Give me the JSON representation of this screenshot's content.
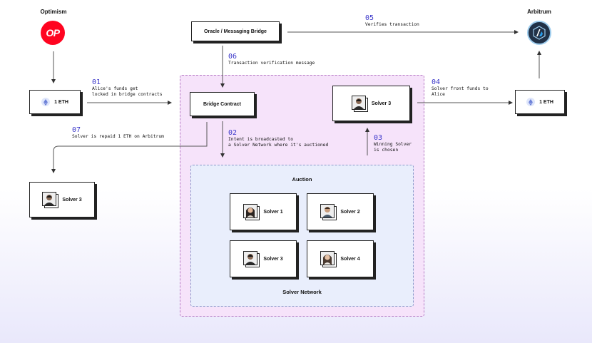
{
  "chains": {
    "source": {
      "name": "Optimism",
      "logo_text": "OP",
      "color": "#ff0420"
    },
    "destination": {
      "name": "Arbitrum",
      "color": "#213147"
    }
  },
  "nodes": {
    "oracle": "Oracle / Messaging Bridge",
    "bridge_contract": "Bridge Contract",
    "left_eth": "1 ETH",
    "right_eth": "1 ETH",
    "winning_solver": "Solver 3",
    "repaid_solver": "Solver 3"
  },
  "auction": {
    "title": "Auction",
    "network_label": "Solver Network",
    "solvers": [
      "Solver 1",
      "Solver 2",
      "Solver 3",
      "Solver 4"
    ]
  },
  "steps": [
    {
      "num": "01",
      "text": "Alice's funds get\nlocked in bridge contracts"
    },
    {
      "num": "02",
      "text": "Intent is broadcasted to\na Solver Network where it's auctioned"
    },
    {
      "num": "03",
      "text": "Winning Solver\nis chosen"
    },
    {
      "num": "04",
      "text": "Solver front funds to\nAlice"
    },
    {
      "num": "05",
      "text": "Verifies transaction"
    },
    {
      "num": "06",
      "text": "Transaction verification message"
    },
    {
      "num": "07",
      "text": "Solver is repaid 1 ETH on Arbitrum"
    }
  ],
  "colors": {
    "accent": "#3a36c9",
    "pink_region": "#f6e3fa",
    "blue_region": "#e9eefc"
  }
}
